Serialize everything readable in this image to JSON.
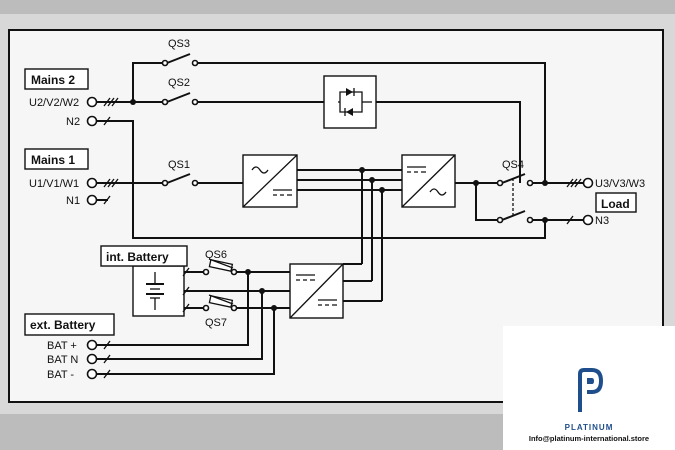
{
  "diagram": {
    "sections": {
      "mains2": "Mains 2",
      "mains1": "Mains 1",
      "int_battery": "int. Battery",
      "ext_battery": "ext. Battery",
      "load": "Load"
    },
    "terminals": {
      "u2v2w2": "U2/V2/W2",
      "n2": "N2",
      "u1v1w1": "U1/V1/W1",
      "n1": "N1",
      "bat_plus": "BAT +",
      "bat_n": "BAT N",
      "bat_minus": "BAT -",
      "u3v3w3": "U3/V3/W3",
      "n3": "N3"
    },
    "switches": {
      "qs1": "QS1",
      "qs2": "QS2",
      "qs3": "QS3",
      "qs4": "QS4",
      "qs6": "QS6",
      "qs7": "QS7"
    }
  },
  "brand": {
    "name": "PLATINUM",
    "email": "Info@platinum-international.store",
    "logo_color": "#1f4e8c"
  }
}
